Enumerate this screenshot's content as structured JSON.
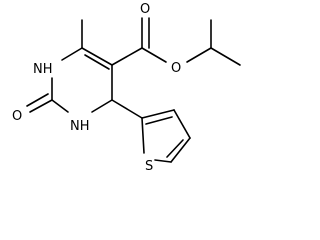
{
  "molecule": {
    "labels": {
      "o_ester_carbonyl": "O",
      "o_ester_single": "O",
      "n1": "NH",
      "n3": "NH",
      "o_urea": "O",
      "s_thiophene": "S"
    }
  }
}
